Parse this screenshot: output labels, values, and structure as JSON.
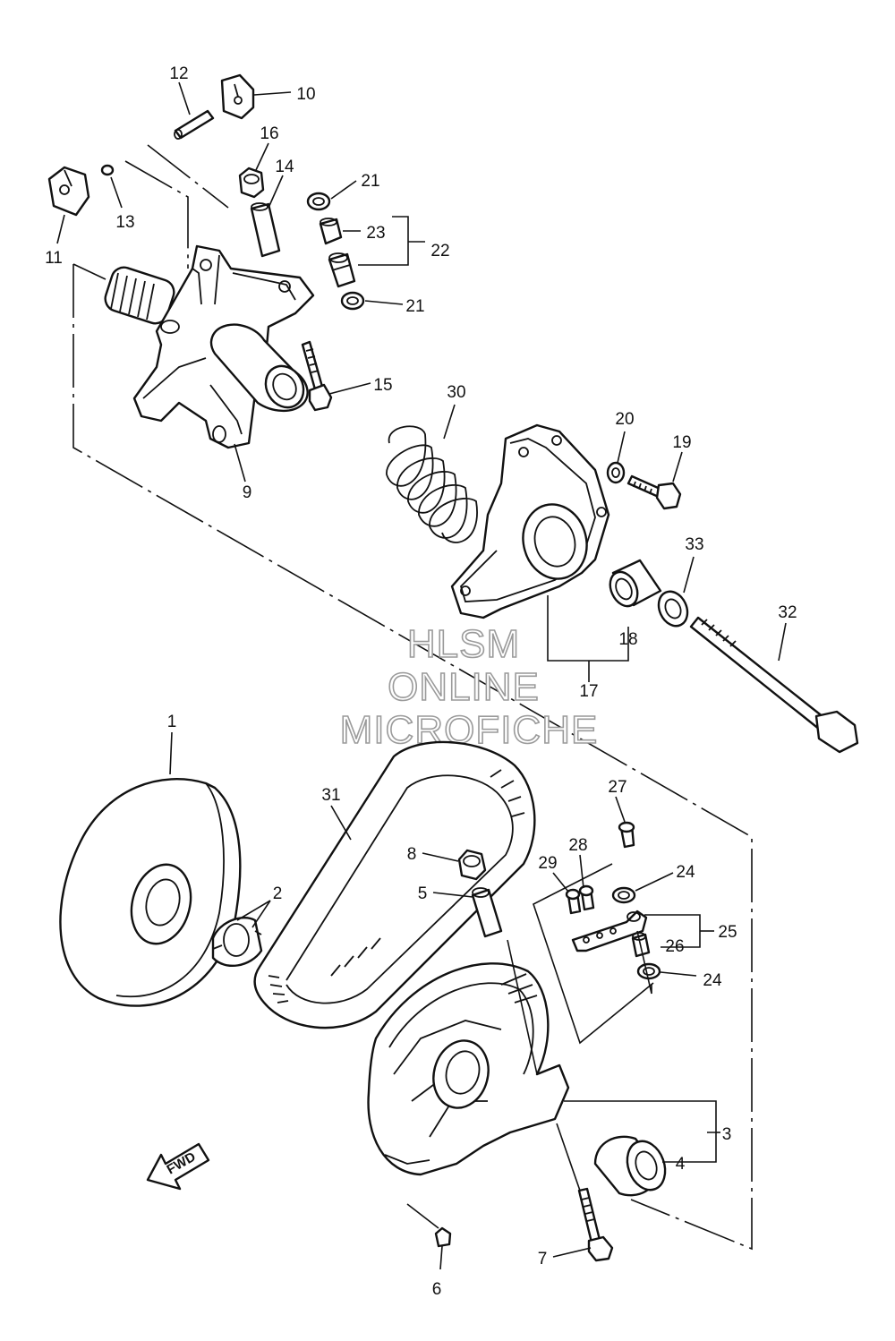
{
  "watermark": {
    "line1": "HLSM",
    "line2": "ONLINE",
    "line3": "MICROFICHE"
  },
  "direction_arrow": {
    "label": "FWD",
    "icon": "fwd-arrow-icon"
  },
  "callouts": [
    {
      "id": "c1",
      "label": "1"
    },
    {
      "id": "c2",
      "label": "2"
    },
    {
      "id": "c3",
      "label": "3"
    },
    {
      "id": "c4",
      "label": "4"
    },
    {
      "id": "c5",
      "label": "5"
    },
    {
      "id": "c6",
      "label": "6"
    },
    {
      "id": "c7",
      "label": "7"
    },
    {
      "id": "c8",
      "label": "8"
    },
    {
      "id": "c9",
      "label": "9"
    },
    {
      "id": "c10",
      "label": "10"
    },
    {
      "id": "c11",
      "label": "11"
    },
    {
      "id": "c12",
      "label": "12"
    },
    {
      "id": "c13",
      "label": "13"
    },
    {
      "id": "c14",
      "label": "14"
    },
    {
      "id": "c15",
      "label": "15"
    },
    {
      "id": "c16",
      "label": "16"
    },
    {
      "id": "c17",
      "label": "17"
    },
    {
      "id": "c18",
      "label": "18"
    },
    {
      "id": "c19",
      "label": "19"
    },
    {
      "id": "c20",
      "label": "20"
    },
    {
      "id": "c21a",
      "label": "21"
    },
    {
      "id": "c21b",
      "label": "21"
    },
    {
      "id": "c22",
      "label": "22"
    },
    {
      "id": "c23",
      "label": "23"
    },
    {
      "id": "c24a",
      "label": "24"
    },
    {
      "id": "c24b",
      "label": "24"
    },
    {
      "id": "c25",
      "label": "25"
    },
    {
      "id": "c26",
      "label": "26"
    },
    {
      "id": "c27",
      "label": "27"
    },
    {
      "id": "c28",
      "label": "28"
    },
    {
      "id": "c29",
      "label": "29"
    },
    {
      "id": "c30",
      "label": "30"
    },
    {
      "id": "c31",
      "label": "31"
    },
    {
      "id": "c32",
      "label": "32"
    },
    {
      "id": "c33",
      "label": "33"
    }
  ]
}
